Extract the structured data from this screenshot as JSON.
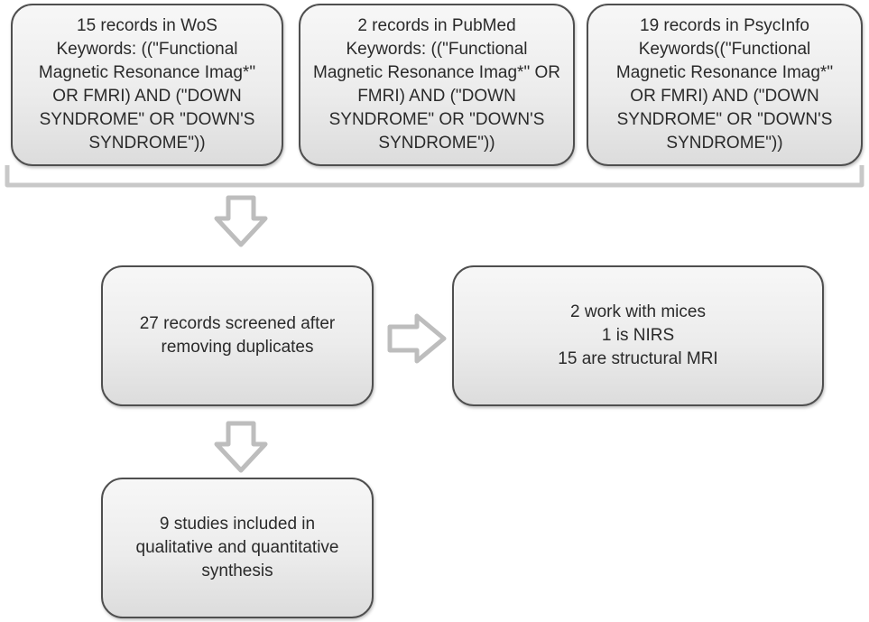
{
  "sources": [
    {
      "lines": [
        "15 records in WoS",
        "Keywords: ((\"Functional",
        "Magnetic Resonance Imag*\"",
        "OR FMRI) AND (\"DOWN",
        "SYNDROME\" OR \"DOWN'S",
        "SYNDROME\"))"
      ]
    },
    {
      "lines": [
        "2 records in PubMed",
        "Keywords: ((\"Functional",
        "Magnetic Resonance Imag*\" OR",
        "FMRI) AND (\"DOWN",
        "SYNDROME\" OR \"DOWN'S",
        "SYNDROME\"))"
      ]
    },
    {
      "lines": [
        "19 records in PsycInfo",
        "Keywords((\"Functional",
        "Magnetic Resonance Imag*\"",
        "OR FMRI) AND (\"DOWN",
        "SYNDROME\" OR \"DOWN'S",
        "SYNDROME\"))"
      ]
    }
  ],
  "screening": {
    "lines": [
      "27 records screened after",
      "removing duplicates"
    ]
  },
  "excluded": {
    "lines": [
      "2 work with mices",
      "1 is NIRS",
      "15 are structural MRI"
    ]
  },
  "included": {
    "lines": [
      "9 studies included in",
      "qualitative and quantitative",
      "synthesis"
    ]
  }
}
